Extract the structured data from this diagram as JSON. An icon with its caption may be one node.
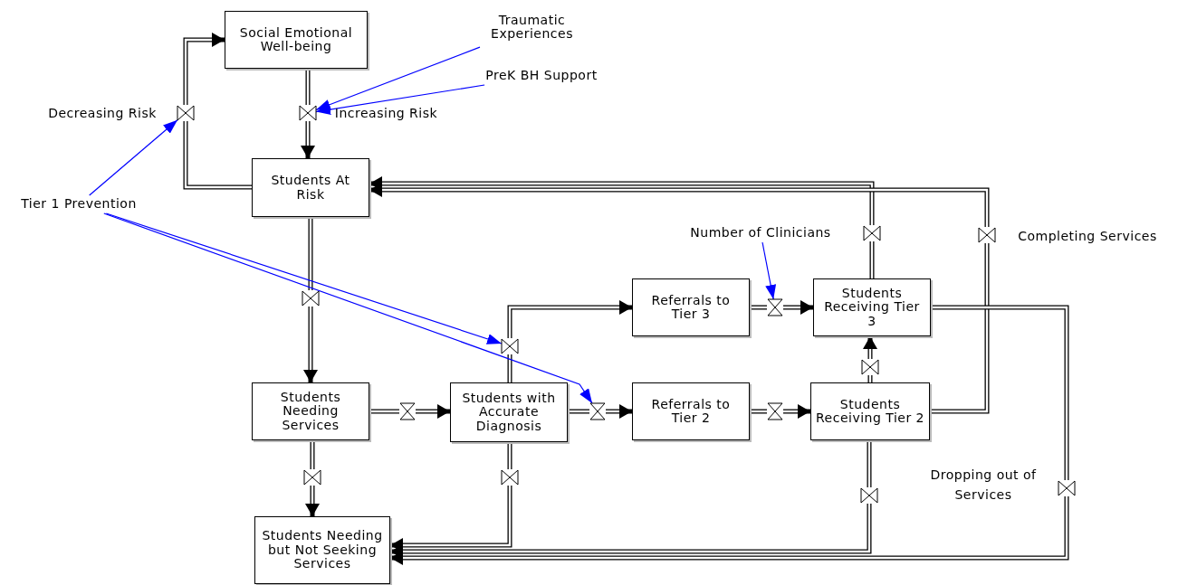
{
  "diagram": {
    "nodes": [
      {
        "text": [
          "Social Emotional Well-being"
        ]
      },
      {
        "text": [
          "Students At Risk"
        ]
      },
      {
        "text": [
          "Referrals to Tier 3"
        ]
      },
      {
        "text": [
          "Students Receiving Tier 3"
        ]
      },
      {
        "text": [
          "Students Needing Services"
        ]
      },
      {
        "text": [
          "Students with Accurate Diagnosis"
        ]
      },
      {
        "text": [
          "Referrals to Tier 2"
        ]
      },
      {
        "text": [
          "Students Receiving Tier 2"
        ]
      },
      {
        "text": [
          "Students Needing but Not Seeking Services"
        ]
      },
      {
        "text": [
          "Traumatic Experiences"
        ]
      },
      {
        "text": [
          "PreK BH Support"
        ]
      },
      {
        "text": [
          "Tier 1 Prevention"
        ]
      },
      {
        "text": [
          "Number of Clinicians"
        ]
      },
      {
        "text": [],
        "shape": "valve"
      },
      {
        "text": [],
        "shape": "valve"
      },
      {
        "text": [],
        "shape": "valve"
      },
      {
        "text": [],
        "shape": "valve"
      },
      {
        "text": [],
        "shape": "valve"
      },
      {
        "text": [],
        "shape": "valve"
      },
      {
        "text": [],
        "shape": "valve"
      },
      {
        "text": [],
        "shape": "valve"
      },
      {
        "text": [],
        "shape": "valve"
      },
      {
        "text": [],
        "shape": "valve"
      },
      {
        "text": [],
        "shape": "valve"
      },
      {
        "text": [],
        "shape": "valve"
      },
      {
        "text": [],
        "shape": "valve"
      },
      {
        "text": [],
        "shape": "valve"
      },
      {
        "text": [],
        "shape": "valve"
      }
    ],
    "edges": [
      {
        "from": 1,
        "to": 13,
        "arrow": "none"
      },
      {
        "from": 13,
        "to": 0,
        "arrow": "to"
      },
      {
        "from": 0,
        "to": 14,
        "arrow": "none"
      },
      {
        "from": 14,
        "to": 1,
        "arrow": "to"
      },
      {
        "from": 1,
        "to": 15,
        "arrow": "none"
      },
      {
        "from": 15,
        "to": 4,
        "arrow": "to"
      },
      {
        "from": 4,
        "to": 16,
        "arrow": "none"
      },
      {
        "from": 16,
        "to": 8,
        "arrow": "to"
      },
      {
        "from": 4,
        "to": 17,
        "arrow": "none"
      },
      {
        "from": 17,
        "to": 5,
        "arrow": "to"
      },
      {
        "from": 5,
        "to": 18,
        "arrow": "none"
      },
      {
        "from": 18,
        "to": 2,
        "arrow": "to"
      },
      {
        "from": 5,
        "to": 19,
        "arrow": "none"
      },
      {
        "from": 19,
        "to": 6,
        "arrow": "to"
      },
      {
        "from": 2,
        "to": 20,
        "arrow": "none"
      },
      {
        "from": 20,
        "to": 3,
        "arrow": "to"
      },
      {
        "from": 6,
        "to": 21,
        "arrow": "none"
      },
      {
        "from": 21,
        "to": 7,
        "arrow": "to"
      },
      {
        "from": 7,
        "to": 22,
        "arrow": "none"
      },
      {
        "from": 22,
        "to": 3,
        "arrow": "to"
      },
      {
        "from": 3,
        "to": 23,
        "arrow": "none"
      },
      {
        "from": 23,
        "to": 1,
        "arrow": "to"
      },
      {
        "from": 7,
        "to": 24,
        "arrow": "none"
      },
      {
        "from": 24,
        "to": 1,
        "arrow": "to"
      },
      {
        "from": 5,
        "to": 25,
        "arrow": "none"
      },
      {
        "from": 25,
        "to": 8,
        "arrow": "to"
      },
      {
        "from": 7,
        "to": 26,
        "arrow": "none"
      },
      {
        "from": 26,
        "to": 8,
        "arrow": "to"
      },
      {
        "from": 3,
        "to": 27,
        "arrow": "none"
      },
      {
        "from": 27,
        "to": 8,
        "arrow": "to"
      },
      {
        "from": 9,
        "to": 14,
        "arrow": "to",
        "color": "#0000ff"
      },
      {
        "from": 10,
        "to": 14,
        "arrow": "to",
        "color": "#0000ff"
      },
      {
        "from": 11,
        "to": 13,
        "arrow": "to",
        "color": "#0000ff"
      },
      {
        "from": 11,
        "to": 18,
        "arrow": "to",
        "color": "#0000ff"
      },
      {
        "from": 11,
        "to": 19,
        "arrow": "to",
        "color": "#0000ff"
      },
      {
        "from": 12,
        "to": 20,
        "arrow": "to",
        "color": "#0000ff"
      }
    ],
    "labels": [
      "Decreasing Risk",
      "Increasing Risk",
      "Completing Services",
      "Dropping out of Services"
    ]
  }
}
